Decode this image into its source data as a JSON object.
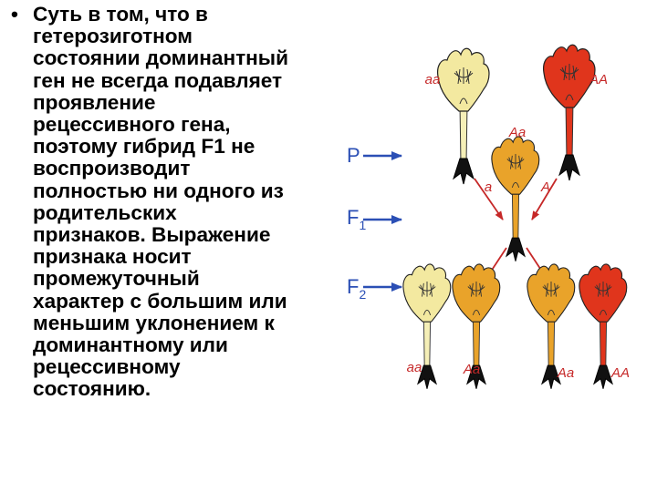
{
  "slide": {
    "bullet_char": "•",
    "text_lines": [
      "Суть в том, что в",
      "гетерозиготном",
      "состоянии доминантный",
      "ген не всегда подавляет",
      "проявление",
      "рецессивного гена,",
      "поэтому гибрид F1 не",
      "воспроизводит",
      "полностью ни одного из",
      "родительских",
      "признаков. Выражение",
      "признака носит",
      "промежуточный",
      "характер с большим или",
      "меньшим уклонением к",
      "доминантному или",
      "рецессивному",
      "состоянию."
    ]
  },
  "diagram": {
    "generation_labels": {
      "p": "P",
      "f1": "F",
      "f1_sub": "1",
      "f2": "F",
      "f2_sub": "2"
    },
    "parent_left_genotype": "aa",
    "parent_right_genotype": "AA",
    "f1_genotype": "Aa",
    "gamete_left": "a",
    "gamete_right": "A",
    "f2_genotypes": [
      "aa",
      "Aa",
      "Aa",
      "AA"
    ],
    "colors": {
      "recessive_white": "#f3e9a0",
      "heterozygous_orange": "#e9a32a",
      "dominant_red": "#e0351c",
      "label_red": "#c62828",
      "label_blue": "#2b4fb5",
      "stem_dark": "#111111",
      "stem_light": "#f5efb7"
    }
  }
}
